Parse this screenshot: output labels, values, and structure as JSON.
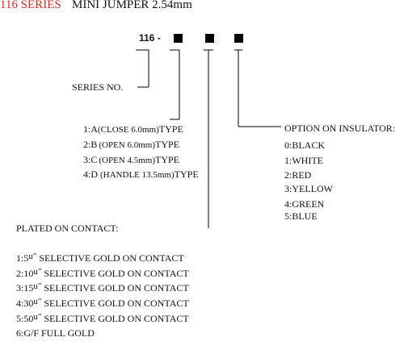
{
  "title": {
    "series": "116 SERIES",
    "product": "MINI JUMPER 2.54mm"
  },
  "part_code": {
    "prefix": "116 -"
  },
  "series_no": {
    "label": "SERIES NO."
  },
  "type_options": [
    {
      "code": "1:A",
      "spec": "(CLOSE 6.0mm)",
      "suffix": "TYPE"
    },
    {
      "code": "2:B",
      "spec": "(OPEN 6.0mm)",
      "suffix": "TYPE"
    },
    {
      "code": "3:C",
      "spec": "(OPEN 4.5mm)",
      "suffix": "TYPE"
    },
    {
      "code": "4:D",
      "spec": "(HANDLE 13.5mm)",
      "suffix": "TYPE"
    }
  ],
  "insulator": {
    "title": "OPTION ON INSULATOR:",
    "options": [
      "0:BLACK",
      "1:WHITE",
      "2:RED",
      "3:YELLOW",
      "4:GREEN",
      "5:BLUE"
    ]
  },
  "plating": {
    "title": "PLATED ON CONTACT:",
    "options": [
      {
        "code": "1:5",
        "unit": "u\"",
        "text": "SELECTIVE GOLD ON CONTACT"
      },
      {
        "code": "2:10",
        "unit": "u\"",
        "text": "SELECTIVE GOLD ON CONTACT"
      },
      {
        "code": "3:15",
        "unit": "u\"",
        "text": "SELECTIVE GOLD ON CONTACT"
      },
      {
        "code": "4:30",
        "unit": "u\"",
        "text": "SELECTIVE GOLD ON CONTACT"
      },
      {
        "code": "5:50",
        "unit": "u\"",
        "text": "SELECTIVE GOLD ON CONTACT"
      }
    ],
    "last": "6:G/F FULL GOLD"
  }
}
